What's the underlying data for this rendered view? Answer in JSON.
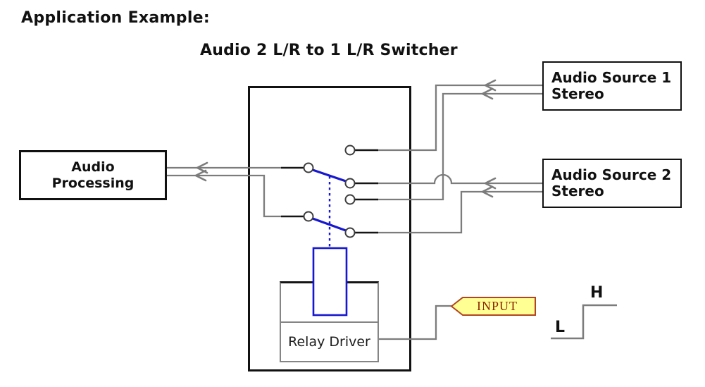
{
  "titles": {
    "main": "Application Example:",
    "subtitle": "Audio 2 L/R to 1 L/R Switcher"
  },
  "boxes": {
    "audio_processing": {
      "line1": "Audio",
      "line2": "Processing"
    },
    "source1": {
      "line1": "Audio Source 1",
      "line2": "Stereo"
    },
    "source2": {
      "line1": "Audio Source 2",
      "line2": "Stereo"
    },
    "relay_driver": {
      "label": "Relay Driver"
    }
  },
  "signals": {
    "input_label": "INPUT",
    "logic_high": "H",
    "logic_low": "L"
  },
  "icons": {
    "signal_arrow": "left-chevron on wire",
    "wire_hop": "semicircular crossover arc",
    "relay_switch": "SPDT contact circles with blue arm"
  },
  "colors": {
    "bg": "#ffffff",
    "text": "#111111",
    "box_border": "#111111",
    "relay_border": "#858585",
    "wire": "#7c7c7c",
    "stub": "#151515",
    "blue": "#1717d0",
    "input_fill": "#ffff94",
    "input_border": "#b2441f",
    "input_text": "#8b2500"
  }
}
